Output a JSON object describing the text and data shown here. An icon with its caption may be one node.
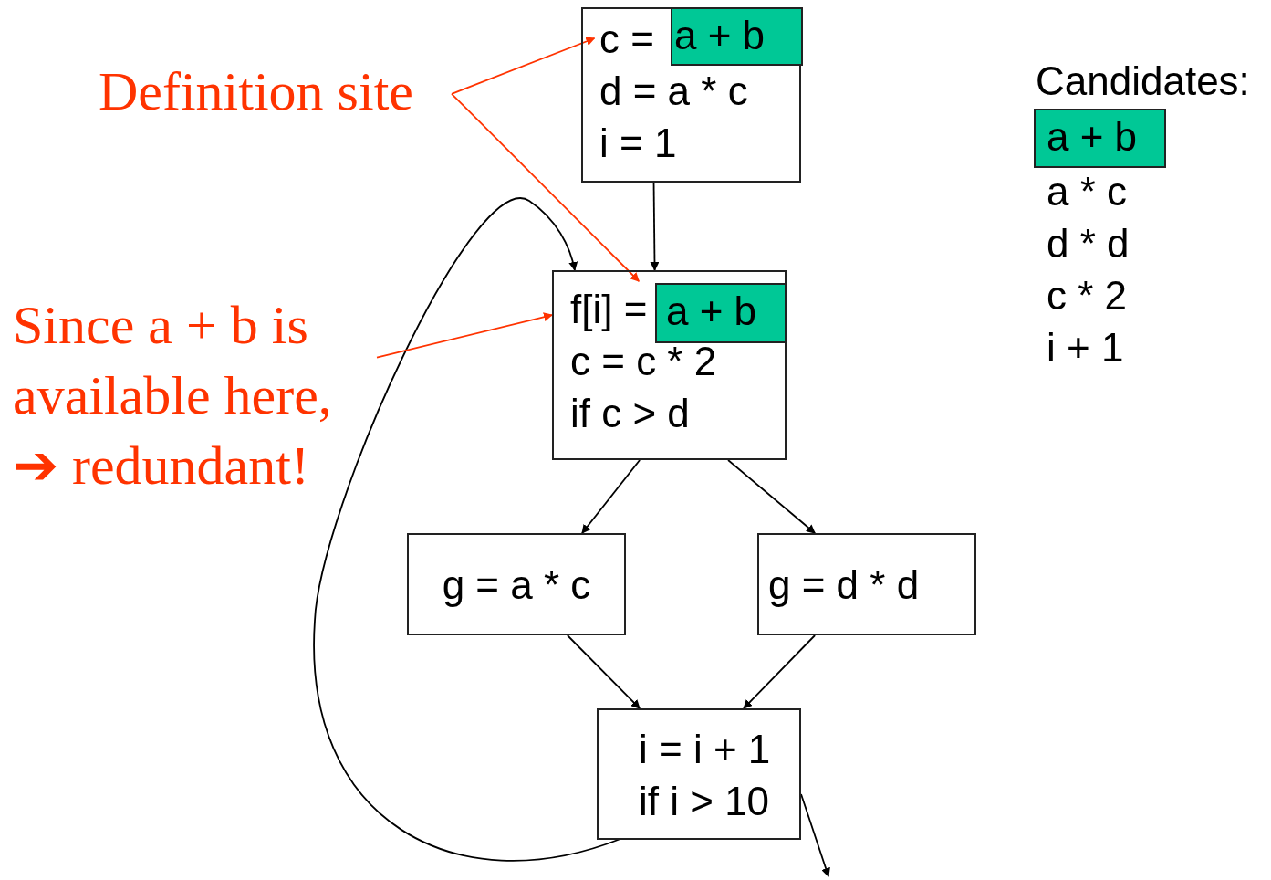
{
  "diagram": {
    "nodes": [
      {
        "text": [
          "c =",
          "d = a * c",
          "i = 1"
        ]
      },
      {
        "text": [
          "a + b"
        ],
        "in": 0
      },
      {
        "text": [
          "f[i] =",
          "c = c * 2",
          "if c > d"
        ]
      },
      {
        "text": [
          "a + b"
        ],
        "in": 2
      },
      {
        "text": [
          "g = a * c"
        ]
      },
      {
        "text": [
          "g = d * d"
        ]
      },
      {
        "text": [
          "i = i + 1",
          "if i > 10"
        ]
      },
      {
        "text": [
          "Definition site"
        ]
      },
      {
        "text": [
          "Since a + b is available here, ➔ redundant!"
        ]
      },
      {
        "text": [
          "a + b"
        ]
      }
    ],
    "edges": [
      {
        "from": 0,
        "to": 2,
        "arrow": "to"
      },
      {
        "from": 2,
        "to": 4,
        "arrow": "to"
      },
      {
        "from": 2,
        "to": 5,
        "arrow": "to"
      },
      {
        "from": 4,
        "to": 6,
        "arrow": "to"
      },
      {
        "from": 5,
        "to": 6,
        "arrow": "to"
      },
      {
        "from": 6,
        "to": 2,
        "arrow": "to"
      },
      {
        "from": 6,
        "to": null,
        "arrow": "to"
      },
      {
        "from": 7,
        "to": 0,
        "arrow": "to",
        "color": "#ff3300"
      },
      {
        "from": 7,
        "to": 3,
        "arrow": "to",
        "color": "#ff3300"
      },
      {
        "from": 8,
        "to": 2,
        "arrow": "to",
        "color": "#ff3300"
      }
    ],
    "labels": [
      "Candidates:",
      "a * c",
      "d * d",
      "c * 2",
      "i + 1"
    ]
  }
}
